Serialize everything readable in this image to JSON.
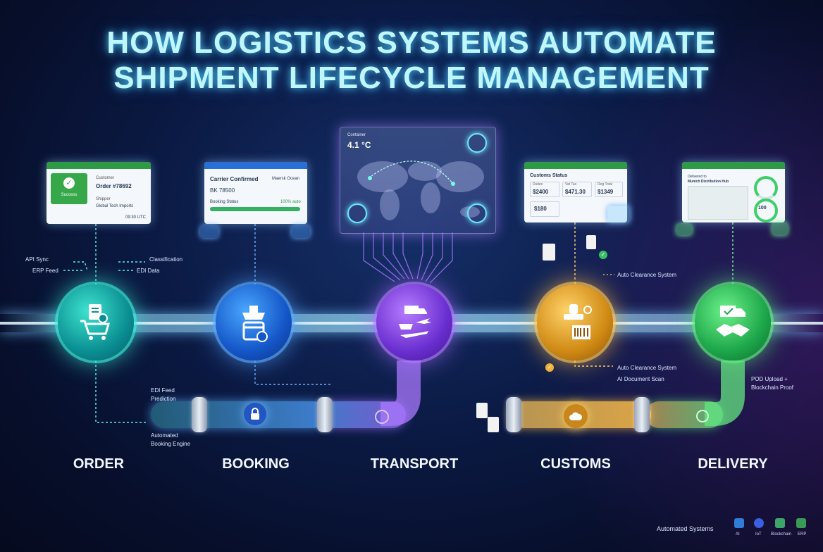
{
  "title": {
    "line1": "HOW LOGISTICS SYSTEMS AUTOMATE",
    "line2": "SHIPMENT LIFECYCLE MANAGEMENT"
  },
  "stages": {
    "order": "ORDER",
    "booking": "BOOKING",
    "transport": "TRANSPORT",
    "customs": "CUSTOMS",
    "delivery": "DELIVERY"
  },
  "order_panel": {
    "status": "Success",
    "field1_label": "Customer",
    "field1_value": "Order #78692",
    "field2_label": "Shipper",
    "field2_value": "Global Tech Imports",
    "footer": "09:30 UTC"
  },
  "booking_panel": {
    "title": "Carrier Confirmed",
    "subtitle": "Maersk Ocean",
    "field": "BK 78500",
    "progress_label": "Booking Status",
    "progress_value": "100% auto"
  },
  "transport_panel": {
    "label": "Container",
    "temperature": "4.1 °C"
  },
  "customs_panel": {
    "title": "Customs Status",
    "cells": [
      "Duties",
      "Vat Tax",
      "Reg Total"
    ],
    "values": [
      "$2400",
      "$471.30",
      "$1349"
    ],
    "total": "$180"
  },
  "delivery_panel": {
    "line1": "Delivered to",
    "line2": "Munich Distribution Hub",
    "gauge1": "",
    "gauge2": "100"
  },
  "annotations": {
    "api_sync": "API Sync",
    "erp_feed": "ERP Feed",
    "classification": "Classification",
    "edi_data": "EDI Data",
    "edi_feed": "EDI Feed",
    "prediction": "Prediction",
    "automated_booking": "Automated",
    "booking_engine": "Booking Engine",
    "auto_clearance_top": "Auto Clearance System",
    "auto_clearance": "Auto Clearance System",
    "ai_doc_scan": "AI Document Scan",
    "pod_upload": "POD Upload +",
    "blockchain_proof": "Blockchain Proof"
  },
  "legend": {
    "label": "Automated Systems",
    "items": [
      "AI",
      "IoT",
      "Blockchain",
      "ERP"
    ],
    "colors": [
      "#2f7dd6",
      "#3b5fe0",
      "#3fa46a",
      "#3a9a55"
    ]
  },
  "colors": {
    "order": "#2fe0cc",
    "booking": "#3f96ff",
    "transport": "#9a5cff",
    "customs": "#f3b23a",
    "delivery": "#52e07a"
  }
}
